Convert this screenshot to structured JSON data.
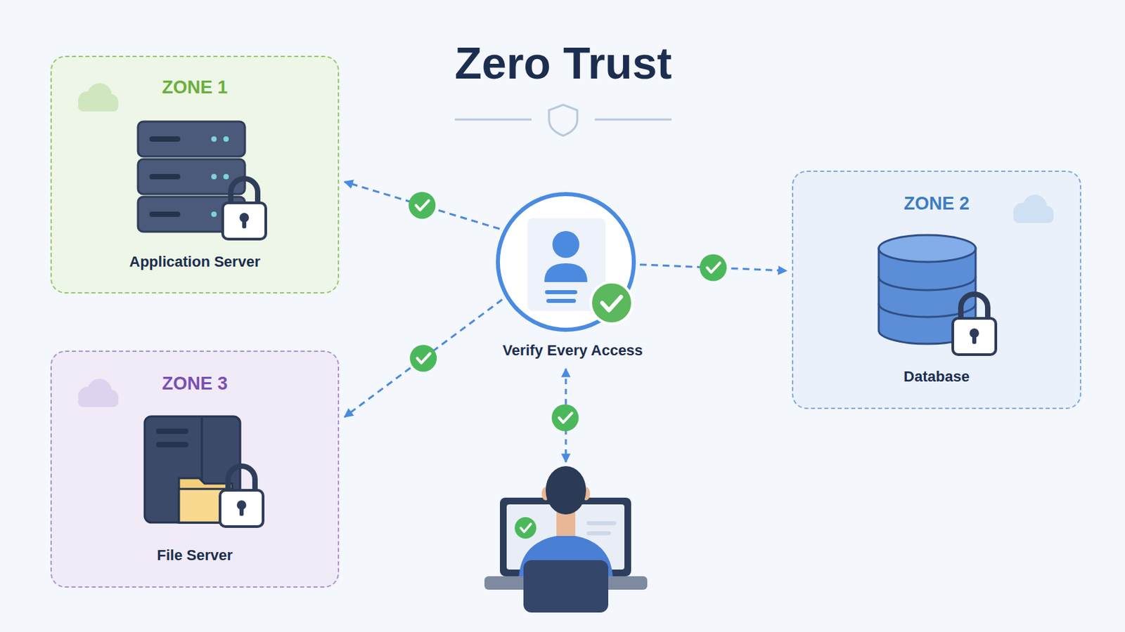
{
  "diagram": {
    "title": "Zero Trust",
    "nodes": [
      {
        "text": [
          "ZONE 1",
          "Application Server"
        ]
      },
      {
        "text": [
          "ZONE 2",
          "Database"
        ]
      },
      {
        "text": [
          "Verify Every Access"
        ]
      },
      {
        "text": [
          "ZONE 3",
          "File Server"
        ]
      }
    ],
    "edges": [
      {
        "from": 2,
        "to": 0,
        "arrow": "to"
      },
      {
        "from": 2,
        "to": 1,
        "arrow": "to"
      },
      {
        "from": 2,
        "to": 3,
        "arrow": "to"
      }
    ]
  }
}
